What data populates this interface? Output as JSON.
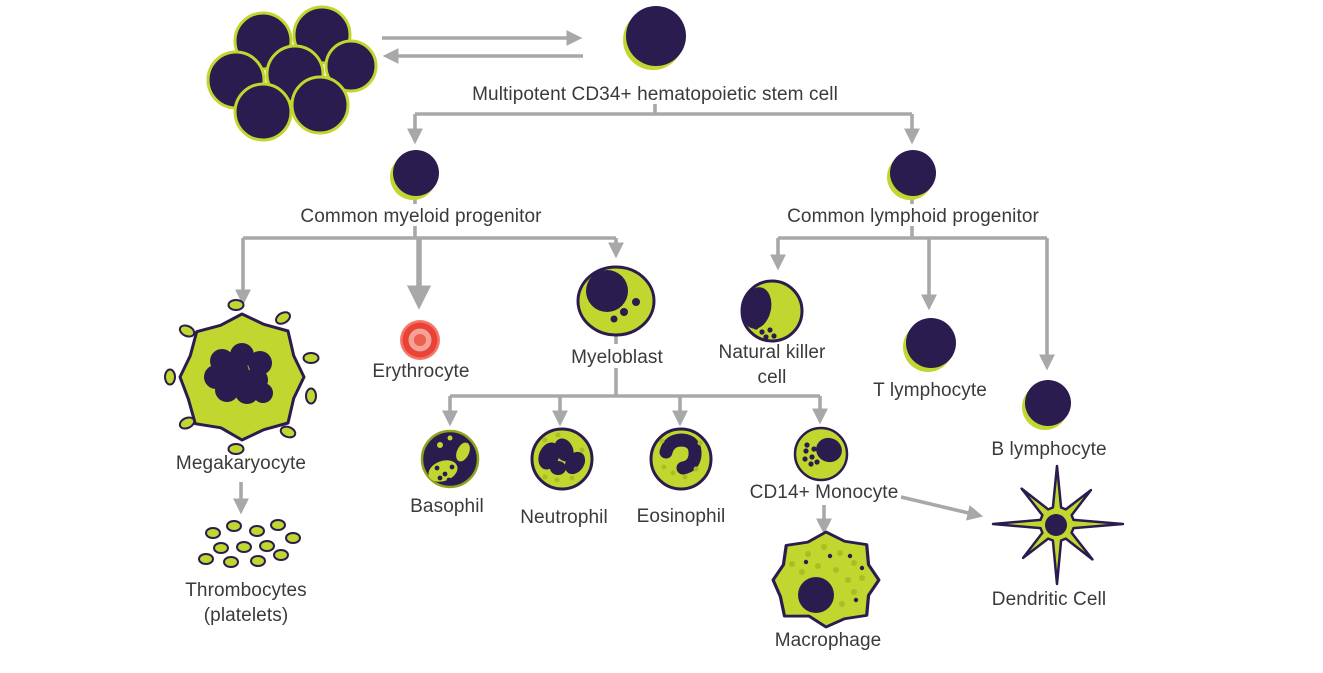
{
  "diagram": {
    "labels": {
      "stem_cell": "Multipotent CD34+ hematopoietic stem cell",
      "myeloid_progenitor": "Common myeloid progenitor",
      "lymphoid_progenitor": "Common lymphoid progenitor",
      "megakaryocyte": "Megakaryocyte",
      "thrombocytes": "Thrombocytes\n(platelets)",
      "erythrocyte": "Erythrocyte",
      "myeloblast": "Myeloblast",
      "basophil": "Basophil",
      "neutrophil": "Neutrophil",
      "eosinophil": "Eosinophil",
      "monocyte": "CD14+ Monocyte",
      "macrophage": "Macrophage",
      "dendritic_cell": "Dendritic Cell",
      "nk_cell": "Natural killer\ncell",
      "t_lymphocyte": "T lymphocyte",
      "b_lymphocyte": "B lymphocyte"
    },
    "colors": {
      "cell_dark": "#2a1c4e",
      "cell_green": "#c1d730",
      "dot_green": "#a9bd24",
      "arrow_gray": "#a7a8aa",
      "erythrocyte_red": "#e84335",
      "text": "#3a3a3a"
    },
    "edges": [
      {
        "from": "stem_cell_colony",
        "to": "stem_cell",
        "type": "bidirectional"
      },
      {
        "from": "stem_cell",
        "to": "myeloid_progenitor"
      },
      {
        "from": "stem_cell",
        "to": "lymphoid_progenitor"
      },
      {
        "from": "myeloid_progenitor",
        "to": "megakaryocyte"
      },
      {
        "from": "myeloid_progenitor",
        "to": "erythrocyte"
      },
      {
        "from": "myeloid_progenitor",
        "to": "myeloblast"
      },
      {
        "from": "megakaryocyte",
        "to": "thrombocytes"
      },
      {
        "from": "myeloblast",
        "to": "basophil"
      },
      {
        "from": "myeloblast",
        "to": "neutrophil"
      },
      {
        "from": "myeloblast",
        "to": "eosinophil"
      },
      {
        "from": "myeloblast",
        "to": "monocyte"
      },
      {
        "from": "monocyte",
        "to": "macrophage"
      },
      {
        "from": "monocyte",
        "to": "dendritic_cell"
      },
      {
        "from": "lymphoid_progenitor",
        "to": "nk_cell"
      },
      {
        "from": "lymphoid_progenitor",
        "to": "t_lymphocyte"
      },
      {
        "from": "lymphoid_progenitor",
        "to": "b_lymphocyte"
      }
    ]
  }
}
